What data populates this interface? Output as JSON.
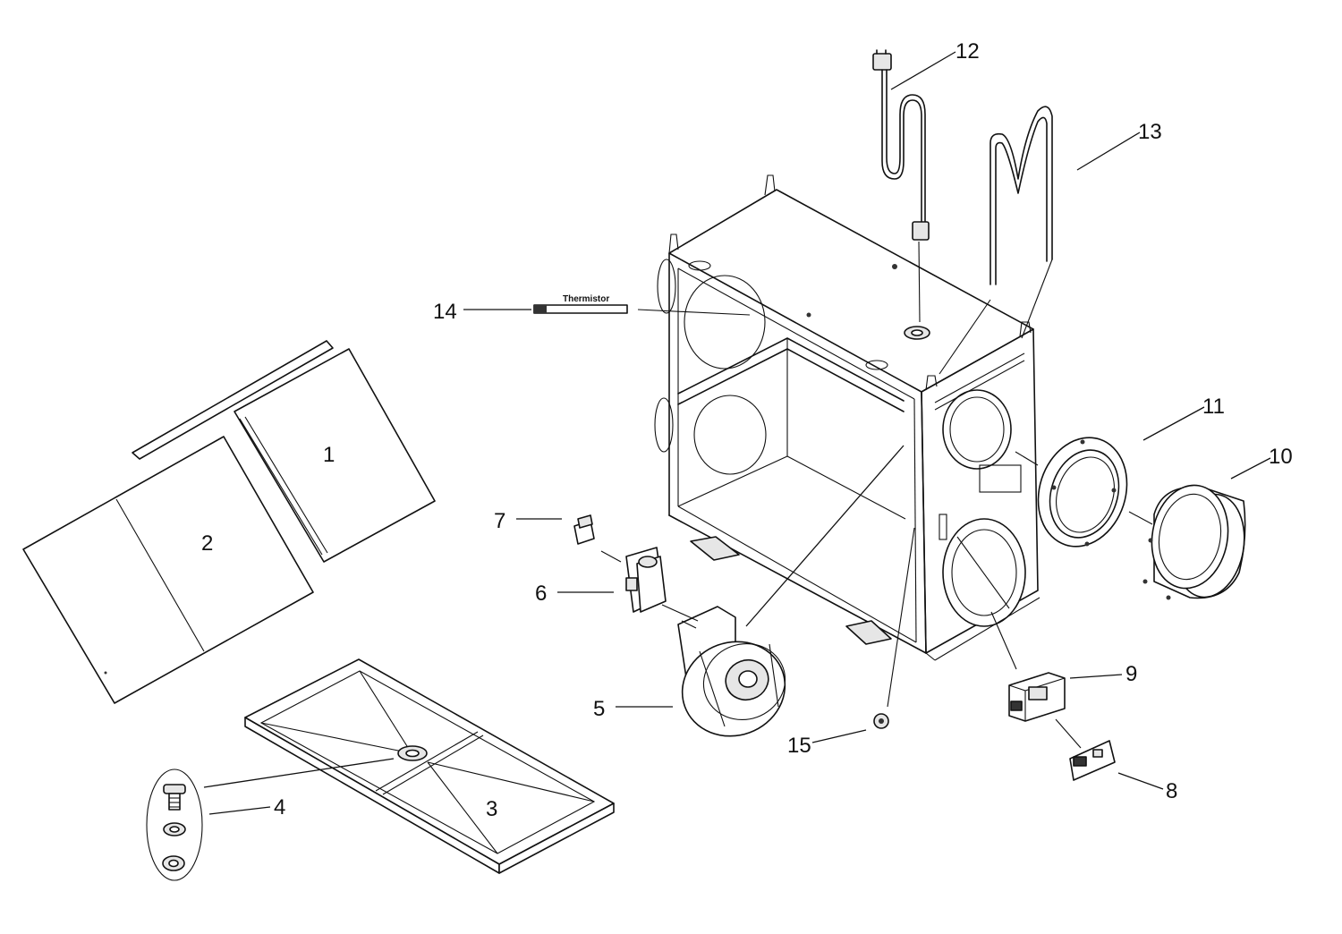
{
  "callouts": {
    "c1": "1",
    "c2": "2",
    "c3": "3",
    "c4": "4",
    "c5": "5",
    "c6": "6",
    "c7": "7",
    "c8": "8",
    "c9": "9",
    "c10": "10",
    "c11": "11",
    "c12": "12",
    "c13": "13",
    "c14": "14",
    "c15": "15"
  },
  "labels": {
    "thermistor": "Thermistor"
  }
}
